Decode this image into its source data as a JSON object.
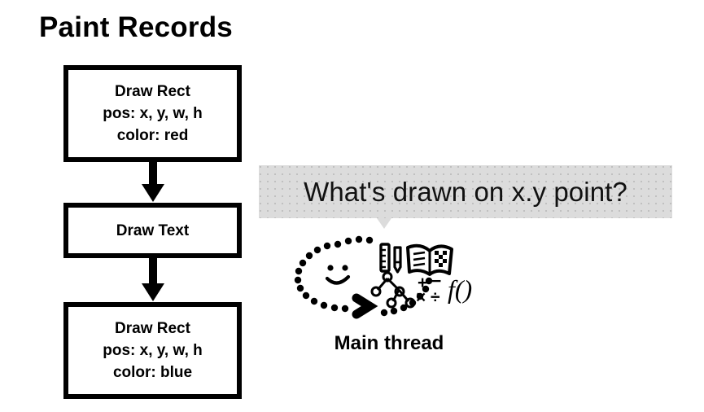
{
  "slide": {
    "title": "Paint Records",
    "background_color": "#ffffff",
    "ink_color": "#000000"
  },
  "paint_records": {
    "boxes": [
      {
        "name": "draw-rect-red",
        "lines": [
          "Draw Rect",
          "pos: x, y, w, h",
          "color: red"
        ]
      },
      {
        "name": "draw-text",
        "lines": [
          "Draw Text"
        ]
      },
      {
        "name": "draw-rect-blue",
        "lines": [
          "Draw Rect",
          "pos: x, y, w, h",
          "color: blue"
        ]
      }
    ]
  },
  "speech_bubble": {
    "text": "What's drawn on x.y point?",
    "background_color": "#dcdcdc",
    "text_color": "#111111"
  },
  "thinking_doodle": {
    "label": "Main thread",
    "icons": [
      "ruler-icon",
      "pencil-icon",
      "open-book-icon",
      "tree-graph-icon",
      "math-symbols-icon",
      "function-notation-icon",
      "smiley-face-icon",
      "chevron-arrow-icon"
    ],
    "math_symbols": {
      "plus": "+",
      "minus": "−",
      "times": "×",
      "divide": "÷"
    },
    "function_notation": "f()"
  }
}
